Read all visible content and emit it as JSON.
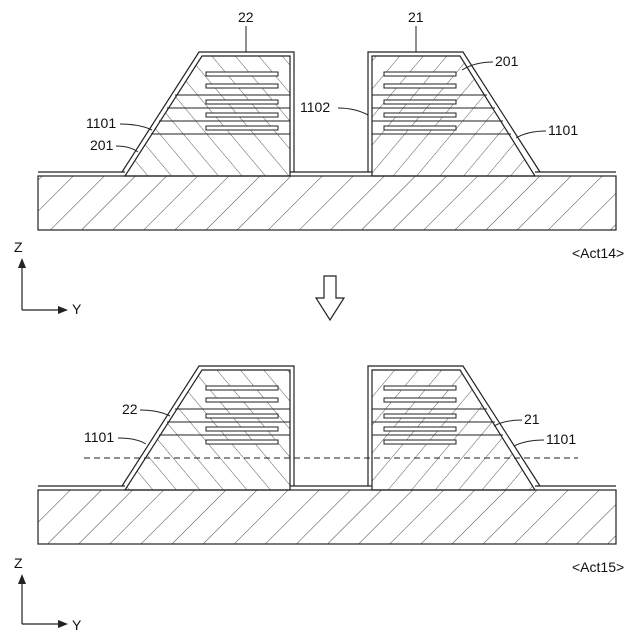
{
  "panel1": {
    "act_label": "<Act14>",
    "labels": {
      "structure_left": "22",
      "structure_right": "21",
      "liner_right": "201",
      "liner_left": "201",
      "side_left": "1101",
      "side_right": "1101",
      "inner_right": "1102"
    }
  },
  "panel2": {
    "act_label": "<Act15>",
    "labels": {
      "structure_left": "22",
      "structure_right": "21",
      "side_left": "1101",
      "side_right": "1101"
    }
  },
  "axes": {
    "z": "Z",
    "y": "Y"
  },
  "arrow_icon": "down-arrow-icon"
}
